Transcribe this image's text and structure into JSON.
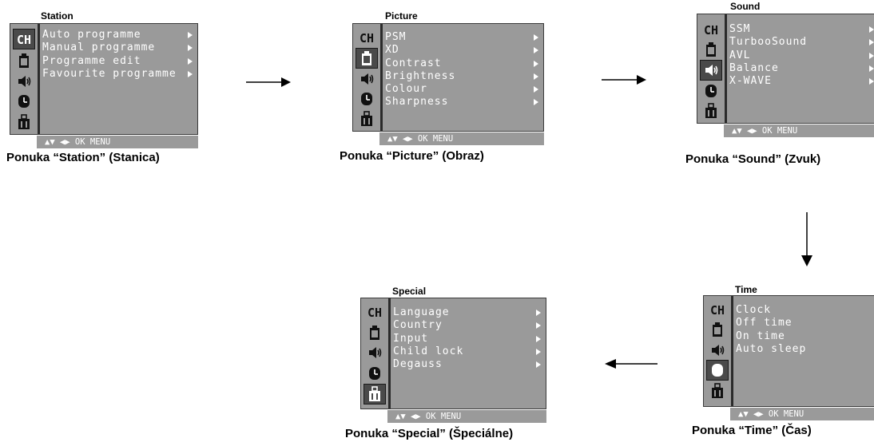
{
  "help_bar": "▲▼ ◀▶ OK MENU",
  "menus": {
    "station": {
      "title": "Station",
      "items": [
        "Auto programme",
        "Manual programme",
        "Programme edit",
        "Favourite programme"
      ],
      "caption": "Ponuka “Station” (Stanica)"
    },
    "picture": {
      "title": "Picture",
      "items": [
        "PSM",
        "XD",
        "Contrast",
        "Brightness",
        "Colour",
        "Sharpness"
      ],
      "caption": "Ponuka “Picture” (Obraz)"
    },
    "sound": {
      "title": "Sound",
      "items": [
        "SSM",
        "TurbooSound",
        "AVL",
        "Balance",
        "X-WAVE"
      ],
      "caption": "Ponuka “Sound”  (Zvuk)"
    },
    "time": {
      "title": "Time",
      "items": [
        "Clock",
        "Off time",
        "On time",
        "Auto sleep"
      ],
      "caption": "Ponuka “Time” (Čas)"
    },
    "special": {
      "title": "Special",
      "items": [
        "Language",
        "Country",
        "Input",
        "Child lock",
        "Degauss"
      ],
      "caption": "Ponuka “Special” (Špeciálne)"
    }
  },
  "icon_names": [
    "channel-icon",
    "picture-icon",
    "sound-icon",
    "time-icon",
    "special-icon"
  ],
  "colors": {
    "panel": "#9a9a9a",
    "selected_icon_bg": "#4a4a4a",
    "text": "#ffffff"
  }
}
